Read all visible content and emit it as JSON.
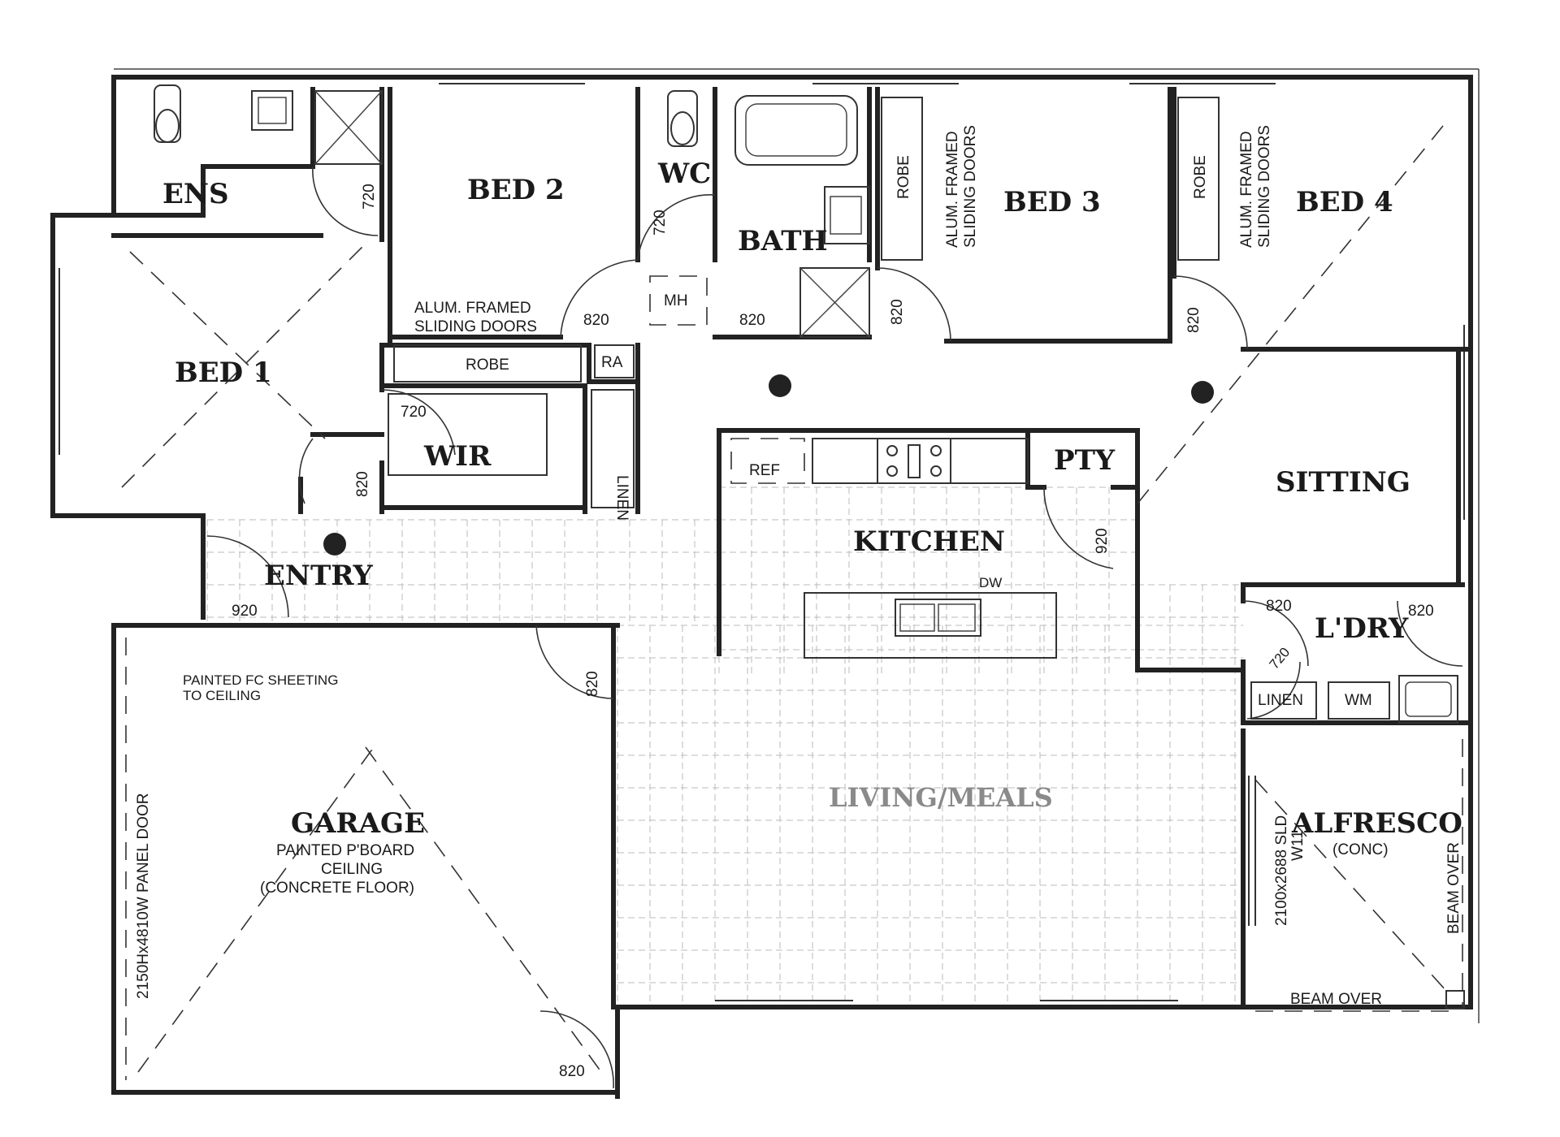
{
  "rooms": {
    "ens": "ENS",
    "bed1": "BED 1",
    "bed2": "BED 2",
    "bed3": "BED 3",
    "bed4": "BED 4",
    "wc": "WC",
    "bath": "BATH",
    "wir": "WIR",
    "entry": "ENTRY",
    "kitchen": "KITCHEN",
    "pty": "PTY",
    "sitting": "SITTING",
    "laundry": "L'DRY",
    "garage": "GARAGE",
    "living": "LIVING/MEALS",
    "alfresco": "ALFRESCO"
  },
  "fixtures": {
    "robe": "ROBE",
    "ra": "RA",
    "linen": "LINEN",
    "mh": "MH",
    "ref": "REF",
    "dw": "DW",
    "wm": "WM"
  },
  "notes": {
    "sliding_doors_1": "ALUM. FRAMED",
    "sliding_doors_2": "SLIDING DOORS",
    "fc_sheeting_1": "PAINTED FC SHEETING",
    "fc_sheeting_2": "TO CEILING",
    "garage_ceiling_1": "PAINTED P'BOARD",
    "garage_ceiling_2": "CEILING",
    "garage_floor": "(CONCRETE FLOOR)",
    "panel_door": "2150Hx4810W PANEL DOOR",
    "alfresco_sub": "(CONC)",
    "sliding_door_1": "2100x2688 SLD",
    "sliding_door_2": "W11",
    "beam_over": "BEAM OVER"
  },
  "door_widths": {
    "d720": "720",
    "d820": "820",
    "d920": "920"
  }
}
